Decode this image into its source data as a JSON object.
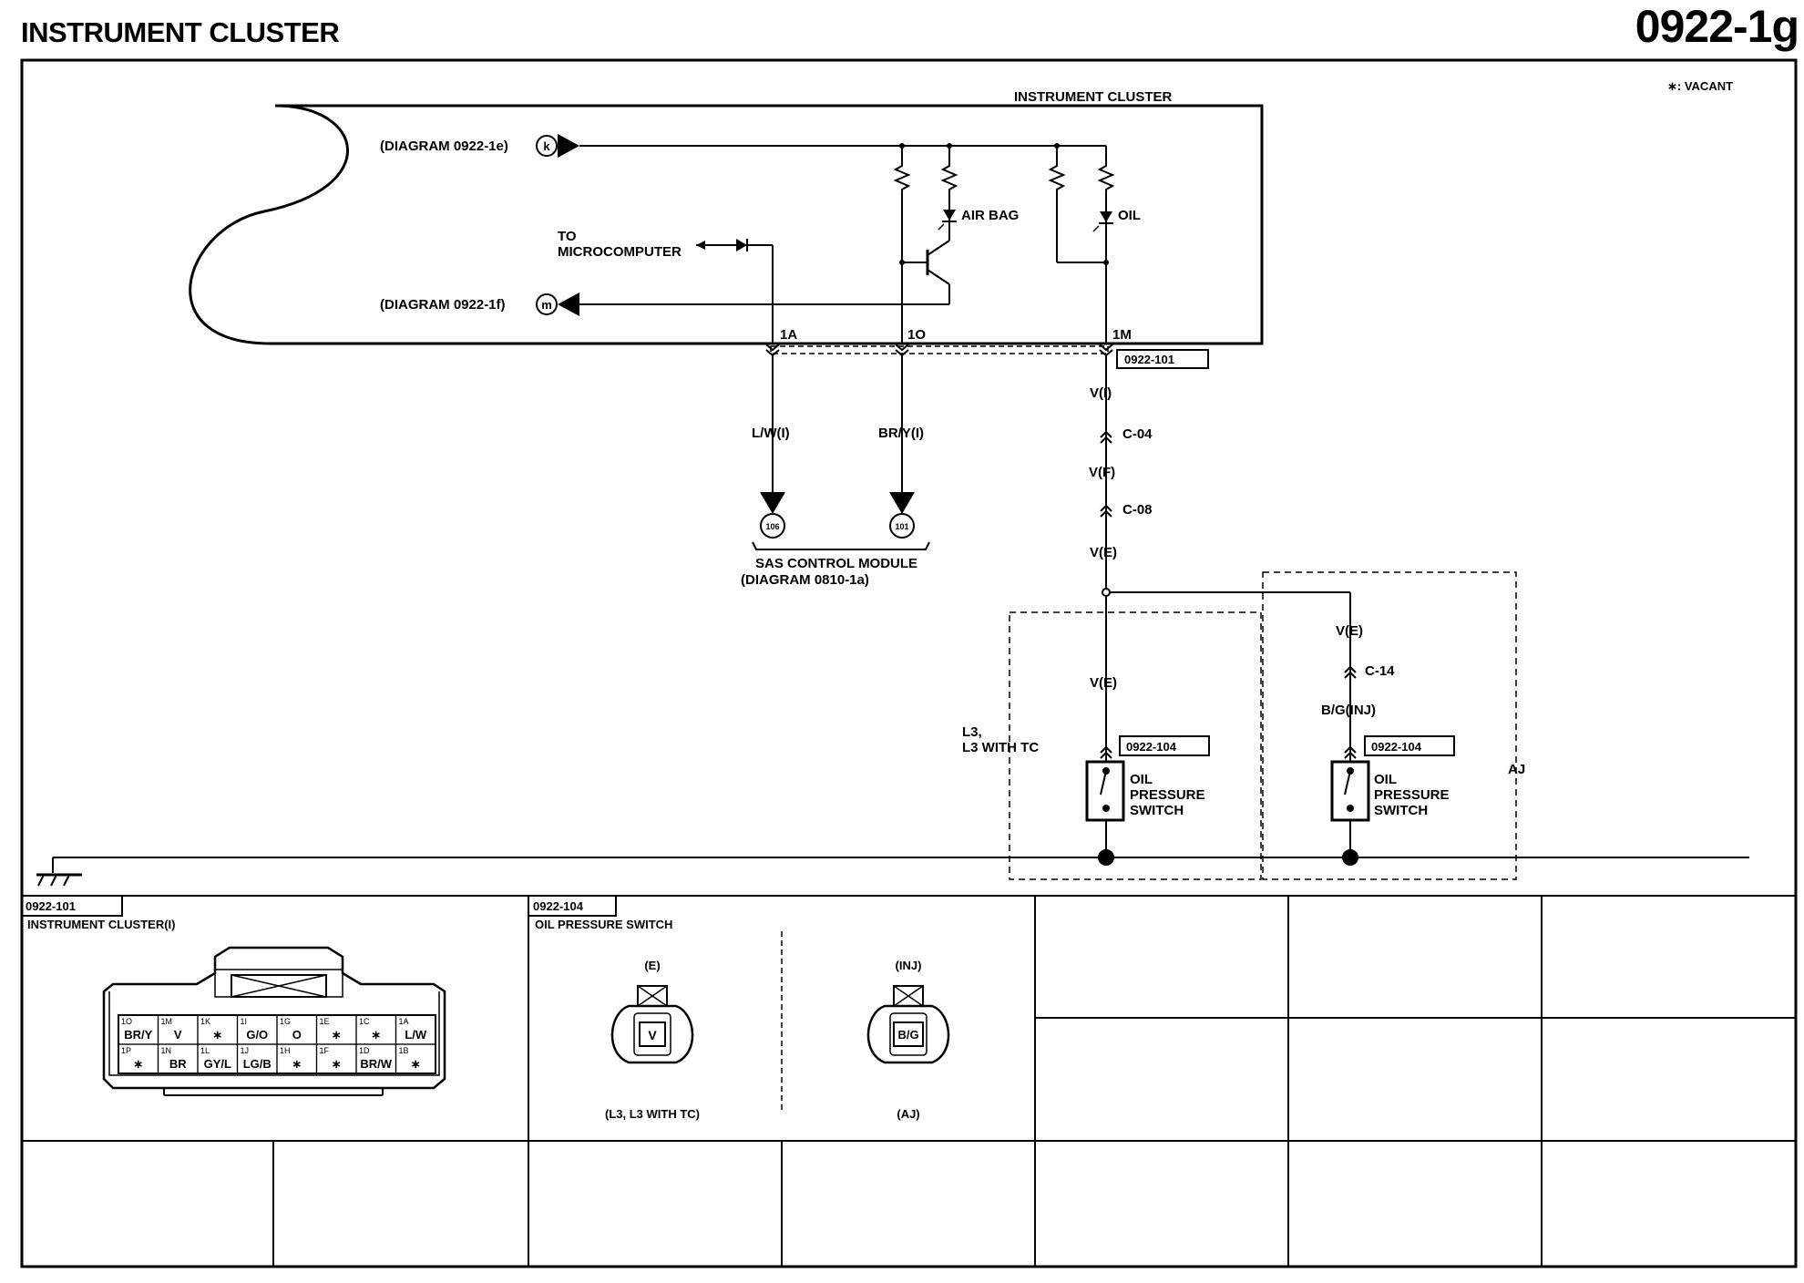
{
  "header": {
    "title": "INSTRUMENT CLUSTER",
    "code": "0922-1g"
  },
  "vacant_note": "∗: VACANT",
  "cluster_label": "INSTRUMENT CLUSTER",
  "refs": {
    "k": "(DIAGRAM 0922-1e)",
    "m": "(DIAGRAM  0922-1f)",
    "k_letter": "k",
    "m_letter": "m"
  },
  "micro": {
    "line1": "TO",
    "line2": "MICROCOMPUTER"
  },
  "lamps": {
    "airbag": "AIR BAG",
    "oil": "OIL"
  },
  "terminals": {
    "t1a": "1A",
    "t1o": "1O",
    "t1m": "1M"
  },
  "connectors": {
    "c101": "0922-101",
    "c104": "0922-104"
  },
  "wires": {
    "lw": "L/W(I)",
    "bry": "BR/Y(I)",
    "vi": "V(I)",
    "vf": "V(F)",
    "ve": "V(E)",
    "bginj": "B/G(INJ)"
  },
  "joints": {
    "c04": "C-04",
    "c08": "C-08",
    "c14": "C-14"
  },
  "sas": {
    "pin106": "106",
    "pin101": "101",
    "line1": "SAS CONTROL MODULE",
    "line2": "(DIAGRAM 0810-1a)"
  },
  "variants": {
    "l3_line1": "L3,",
    "l3_line2": "L3 WITH TC",
    "aj": "AJ"
  },
  "switch": {
    "line1": "OIL",
    "line2": "PRESSURE",
    "line3": "SWITCH"
  },
  "panel101": {
    "code": "0922-101",
    "title": "INSTRUMENT CLUSTER(I)",
    "top_row": [
      {
        "pin": "1O",
        "color": "BR/Y"
      },
      {
        "pin": "1M",
        "color": "V"
      },
      {
        "pin": "1K",
        "color": "∗"
      },
      {
        "pin": "1I",
        "color": "G/O"
      },
      {
        "pin": "1G",
        "color": "O"
      },
      {
        "pin": "1E",
        "color": "∗"
      },
      {
        "pin": "1C",
        "color": "∗"
      },
      {
        "pin": "1A",
        "color": "L/W"
      }
    ],
    "bottom_row": [
      {
        "pin": "1P",
        "color": "∗"
      },
      {
        "pin": "1N",
        "color": "BR"
      },
      {
        "pin": "1L",
        "color": "GY/L"
      },
      {
        "pin": "1J",
        "color": "LG/B"
      },
      {
        "pin": "1H",
        "color": "∗"
      },
      {
        "pin": "1F",
        "color": "∗"
      },
      {
        "pin": "1D",
        "color": "BR/W"
      },
      {
        "pin": "1B",
        "color": "∗"
      }
    ]
  },
  "panel104": {
    "code": "0922-104",
    "title": "OIL PRESSURE SWITCH",
    "left": {
      "variant": "(E)",
      "pin": "V",
      "note": "(L3, L3 WITH TC)"
    },
    "right": {
      "variant": "(INJ)",
      "pin": "B/G",
      "note": "(AJ)"
    }
  }
}
